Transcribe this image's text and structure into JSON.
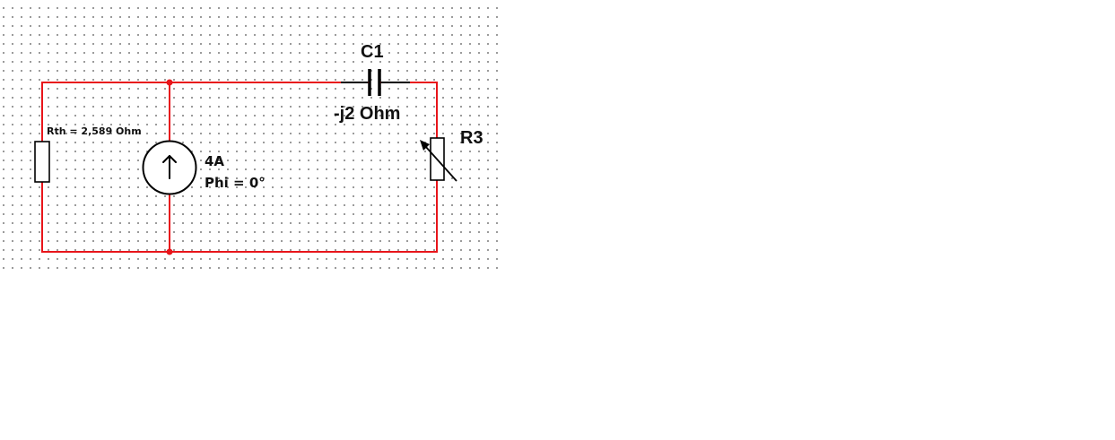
{
  "circuit": {
    "wire_color": "#e8151b",
    "component_color": "#000000",
    "components": {
      "rth": {
        "label": "Rth = 2,589 Ohm"
      },
      "source": {
        "icon": "arrow-up-icon",
        "current": "4A",
        "phase": "Phi = 0°"
      },
      "c1": {
        "name": "C1",
        "impedance": "-j2 Ohm"
      },
      "r3": {
        "name": "R3",
        "icon": "variable-resistor-icon"
      }
    }
  }
}
